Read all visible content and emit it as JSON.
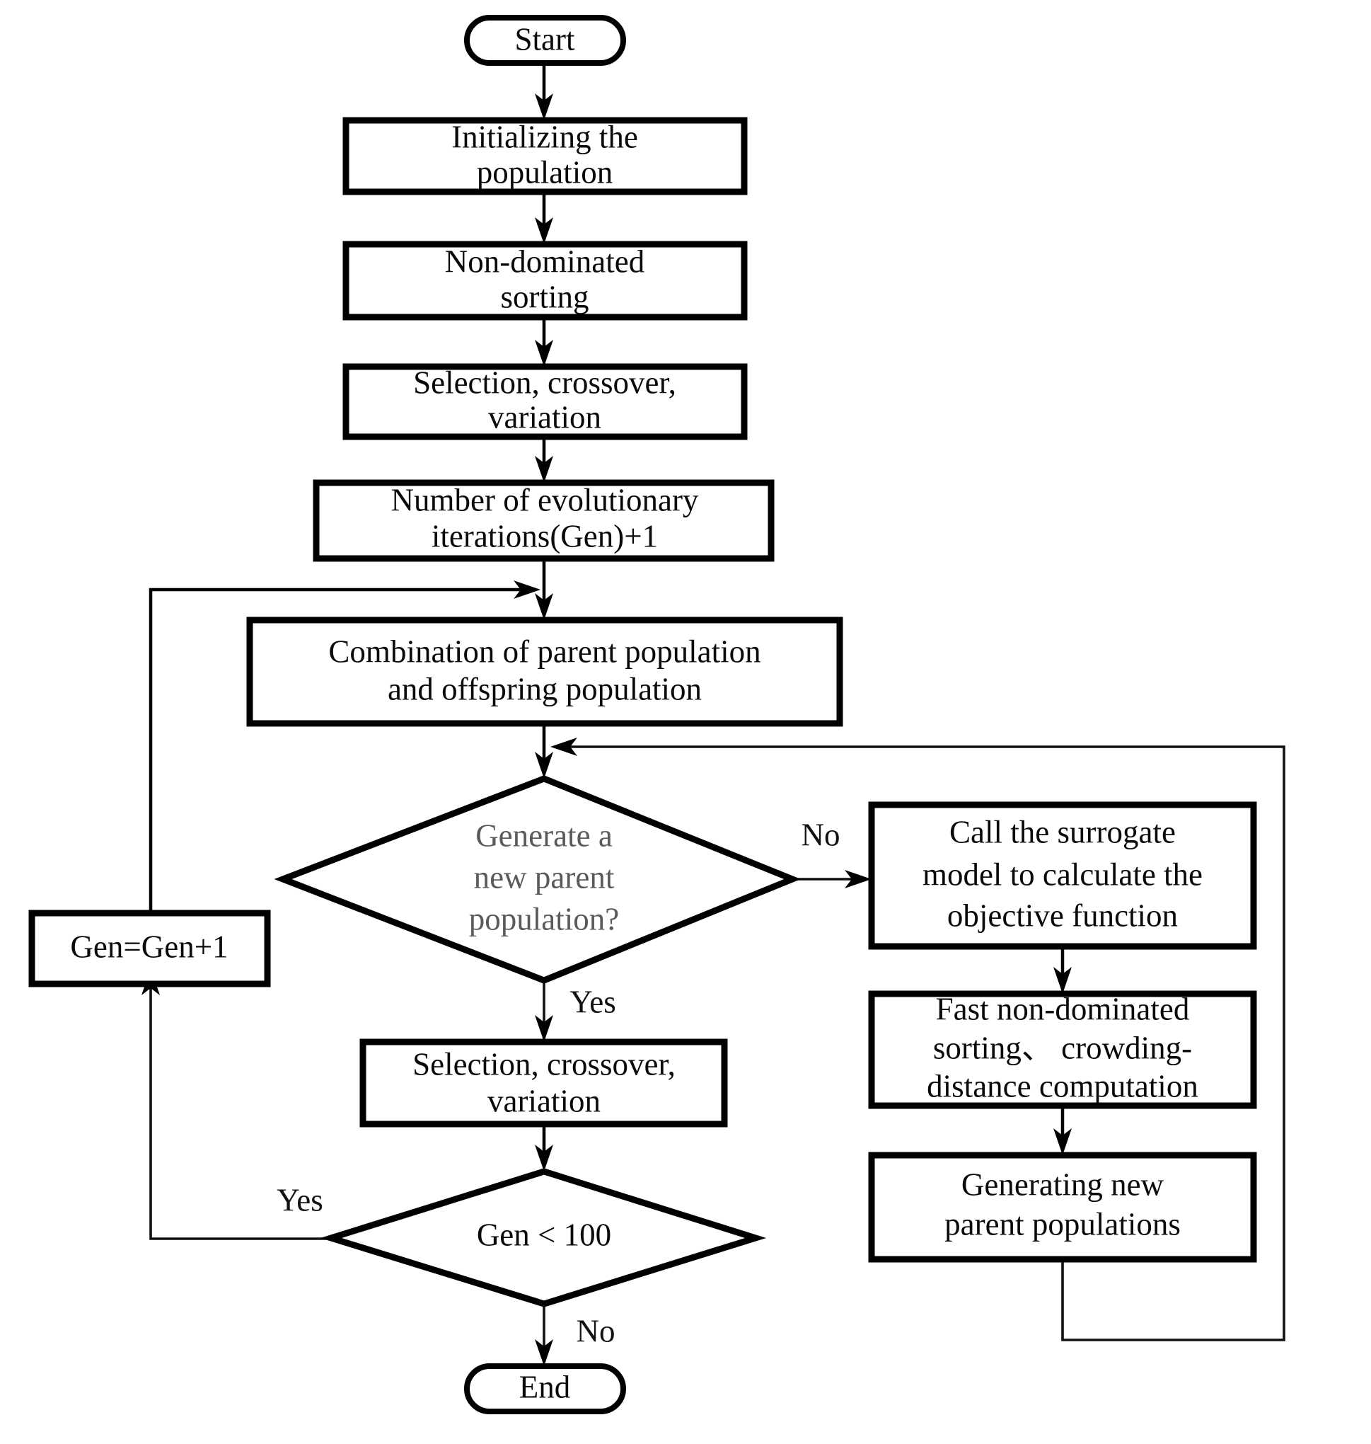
{
  "diagram": {
    "title": "NSGA-II surrogate-model optimization flowchart",
    "background_color": "#ffffff",
    "line_color": "#000000",
    "node_fill": "#ffffff",
    "muted_text_color": "#5a5a5a"
  },
  "nodes": {
    "start": {
      "type": "terminator",
      "label": "Start"
    },
    "init_population": {
      "type": "process",
      "line1": "Initializing the",
      "line2": "population"
    },
    "non_dominated_sorting": {
      "type": "process",
      "line1": "Non-dominated",
      "line2": "sorting"
    },
    "selection_crossover_1": {
      "type": "process",
      "line1": "Selection, crossover,",
      "line2": "variation"
    },
    "gen_increment": {
      "type": "process",
      "line1": "Number of evolutionary",
      "line2": "iterations(Gen)+1"
    },
    "combination": {
      "type": "process",
      "line1": "Combination of parent population",
      "line2": "and offspring population"
    },
    "generate_new_parent": {
      "type": "decision",
      "line1": "Generate a",
      "line2": "new parent",
      "line3": "population?"
    },
    "gen_eq_gen_plus_1": {
      "type": "process",
      "label": "Gen=Gen+1"
    },
    "selection_crossover_2": {
      "type": "process",
      "line1": "Selection, crossover,",
      "line2": "variation"
    },
    "gen_lt_100": {
      "type": "decision",
      "label": "Gen < 100"
    },
    "end": {
      "type": "terminator",
      "label": "End"
    },
    "call_surrogate": {
      "type": "process",
      "line1": "Call the surrogate",
      "line2": "model to calculate the",
      "line3": "objective function"
    },
    "fast_sorting": {
      "type": "process",
      "line1": "Fast non-dominated",
      "line2": "sorting、 crowding-",
      "line3": "distance computation"
    },
    "generating_new_parent_populations": {
      "type": "process",
      "line1": "Generating new",
      "line2": "parent populations"
    }
  },
  "edge_labels": {
    "decision_no": "No",
    "decision_yes": "Yes",
    "gen_lt_100_yes": "Yes",
    "gen_lt_100_no": "No"
  },
  "flow": {
    "edges": [
      {
        "from": "start",
        "to": "init_population"
      },
      {
        "from": "init_population",
        "to": "non_dominated_sorting"
      },
      {
        "from": "non_dominated_sorting",
        "to": "selection_crossover_1"
      },
      {
        "from": "selection_crossover_1",
        "to": "gen_increment"
      },
      {
        "from": "gen_increment",
        "to": "combination"
      },
      {
        "from": "combination",
        "to": "generate_new_parent"
      },
      {
        "from": "generate_new_parent",
        "to": "call_surrogate",
        "label": "No"
      },
      {
        "from": "generate_new_parent",
        "to": "selection_crossover_2",
        "label": "Yes"
      },
      {
        "from": "call_surrogate",
        "to": "fast_sorting"
      },
      {
        "from": "fast_sorting",
        "to": "generating_new_parent_populations"
      },
      {
        "from": "generating_new_parent_populations",
        "to": "generate_new_parent",
        "label": ""
      },
      {
        "from": "selection_crossover_2",
        "to": "gen_lt_100"
      },
      {
        "from": "gen_lt_100",
        "to": "gen_eq_gen_plus_1",
        "label": "Yes"
      },
      {
        "from": "gen_lt_100",
        "to": "end",
        "label": "No"
      },
      {
        "from": "gen_eq_gen_plus_1",
        "to": "combination",
        "label": ""
      }
    ]
  }
}
